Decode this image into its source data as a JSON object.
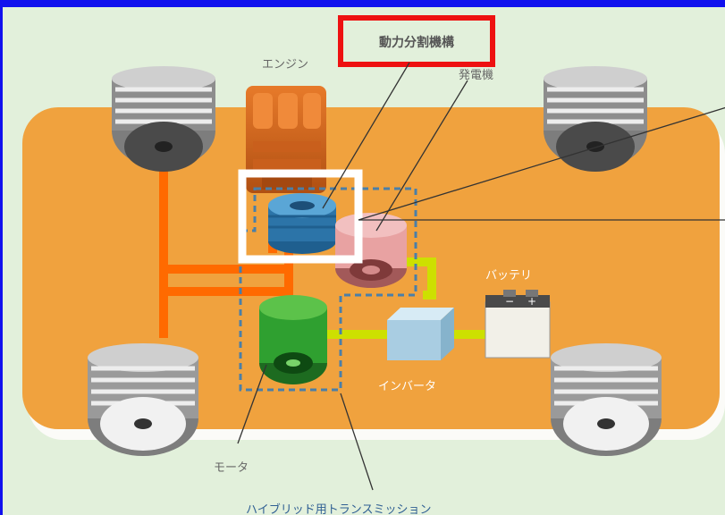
{
  "labels": {
    "power_split": "動力分割機構",
    "engine": "エンジン",
    "generator": "発電機",
    "battery": "バッテリ",
    "inverter": "インバータ",
    "motor": "モータ",
    "transmission": "ハイブリッド用トランスミッション"
  },
  "colors": {
    "frame_border": "#1111ee",
    "background": "#e2f0db",
    "chassis": "#f0a23e",
    "axle": "#ff6a00",
    "engine": "#d9641a",
    "power_split_unit": "#3a85b8",
    "generator": "#e8a2a2",
    "motor": "#2fa030",
    "inverter": "#b4d4e6",
    "battery": "#f2f0e8",
    "electric_line": "#cde000",
    "red_highlight": "#ee1111",
    "dashed_box": "#4a7fa8"
  }
}
